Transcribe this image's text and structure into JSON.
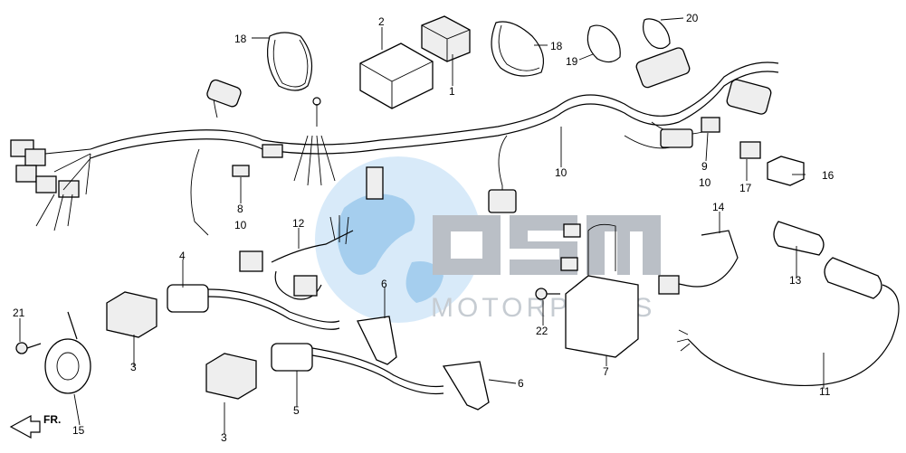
{
  "labels": {
    "l1": "1",
    "l2": "2",
    "l3a": "3",
    "l3b": "3",
    "l4": "4",
    "l5": "5",
    "l6a": "6",
    "l6b": "6",
    "l7": "7",
    "l8": "8",
    "l8_10": "10",
    "l9": "9",
    "l9_10": "10",
    "l10": "10",
    "l11": "11",
    "l12": "12",
    "l13": "13",
    "l14": "14",
    "l15": "15",
    "l16": "16",
    "l17": "17",
    "l18a": "18",
    "l18b": "18",
    "l19": "19",
    "l20": "20",
    "l21": "21",
    "l22": "22"
  },
  "front_marker": "FR.",
  "watermark": {
    "logo": "OSM",
    "text": "MOTORPARTS"
  },
  "colors": {
    "line": "#000000",
    "watermark_globe": "#8fc3ea",
    "watermark_text": "#b9c0c8"
  }
}
